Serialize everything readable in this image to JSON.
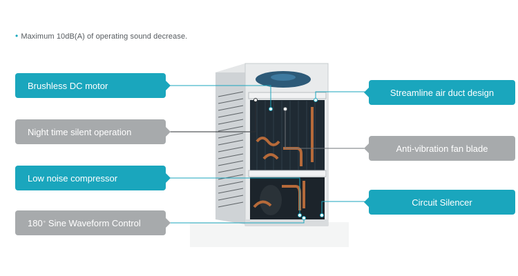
{
  "note": {
    "bullet": "•",
    "text": "Maximum 10dB(A) of operating sound decrease."
  },
  "labels_left": [
    {
      "text": "Brushless DC motor",
      "style": "teal"
    },
    {
      "text": "Night time silent operation",
      "style": "gray"
    },
    {
      "text": "Low noise compressor",
      "style": "teal"
    },
    {
      "text": "180",
      "suffix": "°",
      "rest": "Sine Waveform Control",
      "style": "gray"
    }
  ],
  "labels_right": [
    {
      "text": "Streamline air duct design",
      "style": "teal"
    },
    {
      "text": "Anti-vibration fan blade",
      "style": "gray"
    },
    {
      "text": "Circuit Silencer",
      "style": "teal"
    }
  ],
  "colors": {
    "teal": "#1aa6bd",
    "gray": "#a7aaac",
    "note_bullet": "#17a8bd"
  }
}
